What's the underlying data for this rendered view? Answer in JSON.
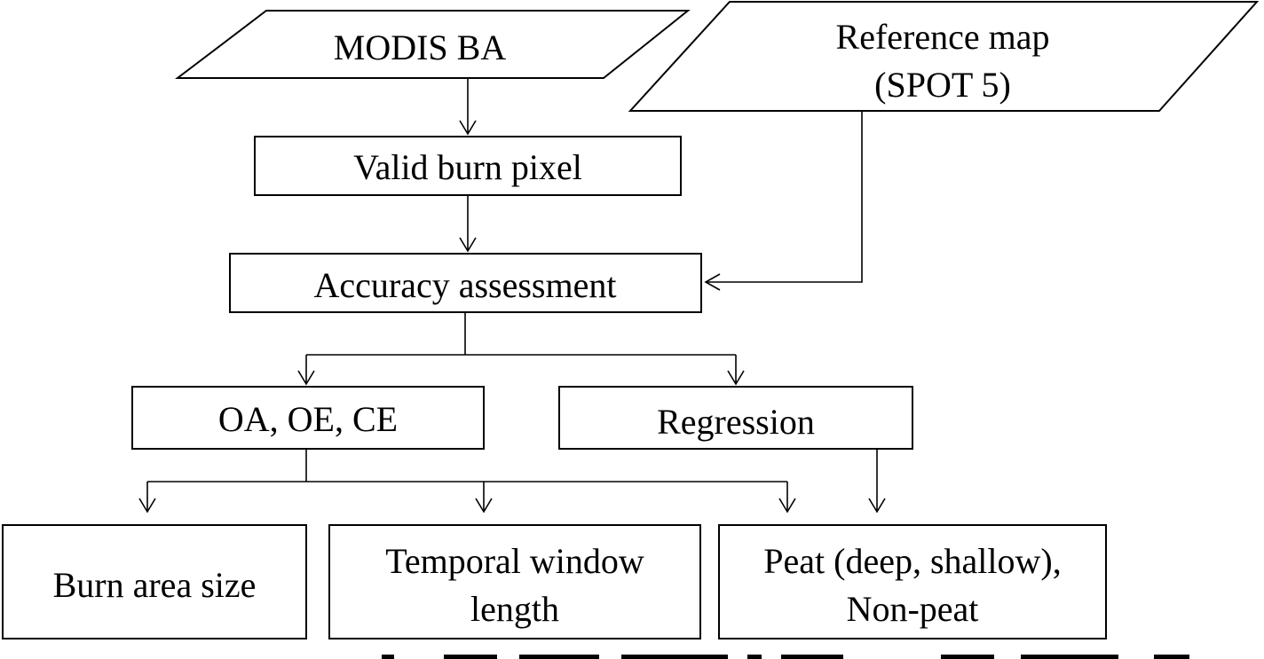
{
  "nodes": {
    "modis_ba": "MODIS BA",
    "reference_map": {
      "line1": "Reference map",
      "line2": "(SPOT 5)"
    },
    "valid_burn_pixel": "Valid burn pixel",
    "accuracy_assessment": "Accuracy assessment",
    "oa_oe_ce": "OA, OE, CE",
    "regression": "Regression",
    "burn_area_size": "Burn area size",
    "temporal_window_length": {
      "line1": "Temporal window",
      "line2": "length"
    },
    "peat": {
      "line1": "Peat (deep, shallow),",
      "line2": "Non-peat"
    }
  },
  "colors": {
    "stroke": "#000000",
    "fill": "#ffffff",
    "text": "#000000"
  }
}
